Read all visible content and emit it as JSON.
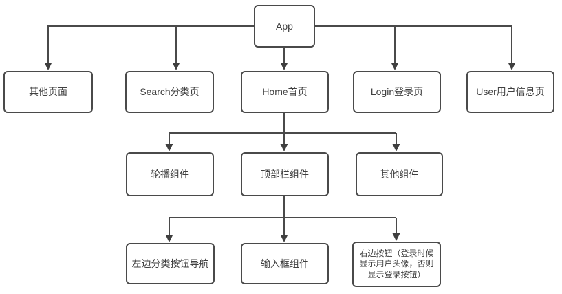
{
  "diagram": {
    "type": "flowchart",
    "colors": {
      "background": "#ffffff",
      "node_border": "#4a4a4a",
      "node_fill": "#ffffff",
      "edge_line": "#4a4a4a",
      "text": "#404040"
    },
    "nodes": [
      {
        "id": "app",
        "label": "App"
      },
      {
        "id": "other-pages",
        "label": "其他页面"
      },
      {
        "id": "search-page",
        "label": "Search分类页"
      },
      {
        "id": "home-page",
        "label": "Home首页"
      },
      {
        "id": "login-page",
        "label": "Login登录页"
      },
      {
        "id": "user-page",
        "label": "User用户信息页"
      },
      {
        "id": "carousel",
        "label": "轮播组件"
      },
      {
        "id": "topbar",
        "label": "顶部栏组件"
      },
      {
        "id": "other-components",
        "label": "其他组件"
      },
      {
        "id": "left-nav",
        "label": "左边分类按钮导航"
      },
      {
        "id": "input-box",
        "label": "输入框组件"
      },
      {
        "id": "right-button",
        "label": "右边按钮（登录时候显示用户头像，否则显示登录按钮）"
      }
    ],
    "edges": [
      {
        "from": "app",
        "to": "other-pages"
      },
      {
        "from": "app",
        "to": "search-page"
      },
      {
        "from": "app",
        "to": "home-page"
      },
      {
        "from": "app",
        "to": "login-page"
      },
      {
        "from": "app",
        "to": "user-page"
      },
      {
        "from": "home-page",
        "to": "carousel"
      },
      {
        "from": "home-page",
        "to": "topbar"
      },
      {
        "from": "home-page",
        "to": "other-components"
      },
      {
        "from": "topbar",
        "to": "left-nav"
      },
      {
        "from": "topbar",
        "to": "input-box"
      },
      {
        "from": "topbar",
        "to": "right-button"
      }
    ]
  }
}
